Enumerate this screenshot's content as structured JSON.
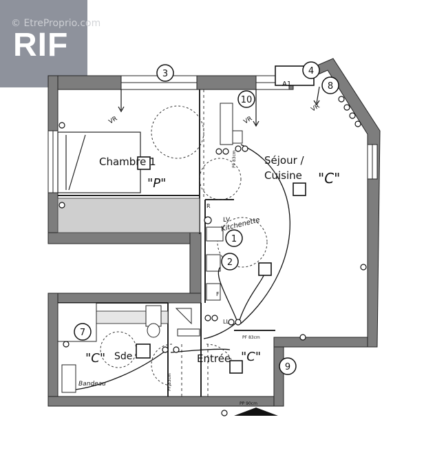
{
  "logo": {
    "brand": "RIF",
    "watermark": "© EtreProprio.com",
    "brand_color": "#8e929c"
  },
  "rooms": {
    "chambre": "Chambre 1",
    "chambre_tag": "\"P\"",
    "sejour_line1": "Séjour /",
    "sejour_line2": "Cuisine",
    "sejour_tag": "\"C\"",
    "kitchenette": "Kitchenette",
    "sde": "Sde",
    "sde_tag": "\"C\"",
    "entree": "Entrée",
    "entree_tag": "\"C\""
  },
  "markers": [
    "3",
    "4",
    "8",
    "10",
    "1",
    "2",
    "7",
    "9"
  ],
  "labels": {
    "a1": "A1",
    "vr1": "VR",
    "vr2": "VR",
    "vr3": "VR",
    "r": "R",
    "lv": "LV",
    "ll": "LL",
    "f": "F",
    "bandeau": "Bandeau",
    "pf1": "PF 83cm",
    "pf2": "PF 83cm",
    "pf3": "PF 83cm",
    "pp": "PP 90cm"
  }
}
